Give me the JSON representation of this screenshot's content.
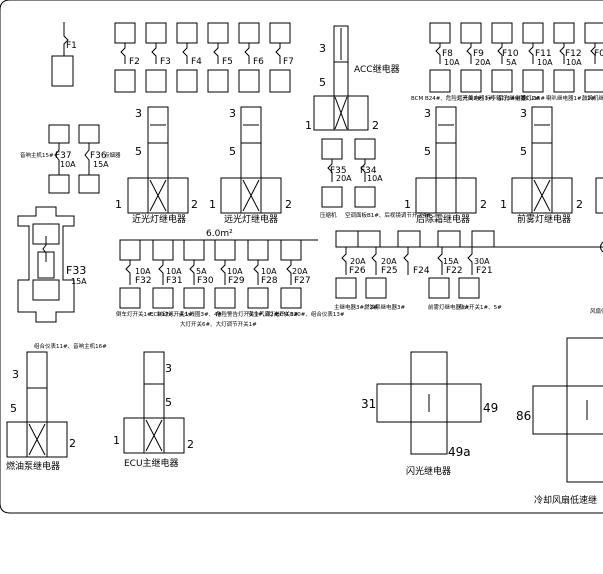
{
  "top_fuses": [
    {
      "id": "F1",
      "amp": "",
      "desc": ""
    },
    {
      "id": "F2",
      "amp": "",
      "desc": ""
    },
    {
      "id": "F3",
      "amp": "",
      "desc": ""
    },
    {
      "id": "F4",
      "amp": "",
      "desc": ""
    },
    {
      "id": "F5",
      "amp": "",
      "desc": ""
    },
    {
      "id": "F6",
      "amp": "",
      "desc": ""
    },
    {
      "id": "F7",
      "amp": "",
      "desc": ""
    },
    {
      "id": "F8",
      "amp": "10A",
      "desc": "BCM B24#、危险灯开关2#"
    },
    {
      "id": "F9",
      "amp": "20A",
      "desc": "远光继电器3#、后光继电器"
    },
    {
      "id": "F10",
      "amp": "5A",
      "desc": "行李箱灯1#前顶灯2#"
    },
    {
      "id": "F11",
      "amp": "10A",
      "desc": "ECU16#"
    },
    {
      "id": "F12",
      "amp": "10A",
      "desc": "喇叭继电器1#、2#"
    },
    {
      "id": "F0",
      "amp": "",
      "desc": "鼓风机继"
    }
  ],
  "relays": {
    "acc": {
      "name": "ACC继电器",
      "pins": [
        "3",
        "5",
        "1",
        "2"
      ]
    },
    "low_beam": {
      "name": "近光灯继电器",
      "pins": [
        "3",
        "5",
        "1",
        "2"
      ]
    },
    "high_beam": {
      "name": "远光灯继电器",
      "pins": [
        "3",
        "5",
        "1",
        "2"
      ]
    },
    "rear_defrost": {
      "name": "后除霜继电器",
      "pins": [
        "3",
        "5",
        "1",
        "2"
      ]
    },
    "front_fog": {
      "name": "前雾灯继电器",
      "pins": [
        "3",
        "5",
        "1",
        "2"
      ]
    },
    "fuel_pump": {
      "name": "燃油泵继电器",
      "pins": [
        "3",
        "5",
        "1",
        "2"
      ]
    },
    "ecu_main": {
      "name": "ECU主继电器",
      "pins": [
        "3",
        "5",
        "1",
        "2"
      ]
    },
    "flasher": {
      "name": "闪光继电器",
      "pins": [
        "31",
        "49",
        "49a"
      ]
    },
    "cooling_fan": {
      "name": "冷却风扇低速继",
      "pins": [
        "86"
      ]
    }
  },
  "mid_fuses": [
    {
      "id": "F35",
      "amp": "20A",
      "desc": "压缩机"
    },
    {
      "id": "F34",
      "amp": "10A",
      "desc": "空调面板B1#、后视镜调节开关4#"
    }
  ],
  "left_fuses": [
    {
      "id": "F37",
      "amp": "10A",
      "desc": "音响主机15#"
    },
    {
      "id": "F36",
      "amp": "15A",
      "desc": "点烟器"
    }
  ],
  "big_fuse": {
    "id": "F33",
    "amp": "15A",
    "desc": "组合仪表11#、音响主机16#"
  },
  "bank_label": "6.0m²",
  "bank_fuses": [
    {
      "id": "F32",
      "amp": "10A",
      "desc": "倒车灯开关1#、制动灯开关1#"
    },
    {
      "id": "F31",
      "amp": "10A",
      "desc": "ECU17#、点火线圈3#、4#"
    },
    {
      "id": "F30",
      "amp": "5A",
      "desc": "大灯开关6#、大灯调节开关1#"
    },
    {
      "id": "F29",
      "amp": "10A",
      "desc": "危险警告灯开关1#、灯光开关1#"
    },
    {
      "id": "F28",
      "amp": "10A",
      "desc": "安全气囊2#"
    },
    {
      "id": "F27",
      "amp": "20A",
      "desc": "BCM B20#、组合仪表13#"
    }
  ],
  "right_bank_fuses": [
    {
      "id": "F26",
      "amp": "20A",
      "desc": "主继电器3#、2#"
    },
    {
      "id": "F25",
      "amp": "20A",
      "desc": "燃油泵继电器3#"
    },
    {
      "id": "F24",
      "amp": "",
      "desc": ""
    },
    {
      "id": "F22",
      "amp": "15A",
      "desc": "前雾灯继电器3#"
    },
    {
      "id": "F21",
      "amp": "30A",
      "desc": "点火开关1#、5#"
    }
  ],
  "right_edge_desc": "风扇低速继电"
}
